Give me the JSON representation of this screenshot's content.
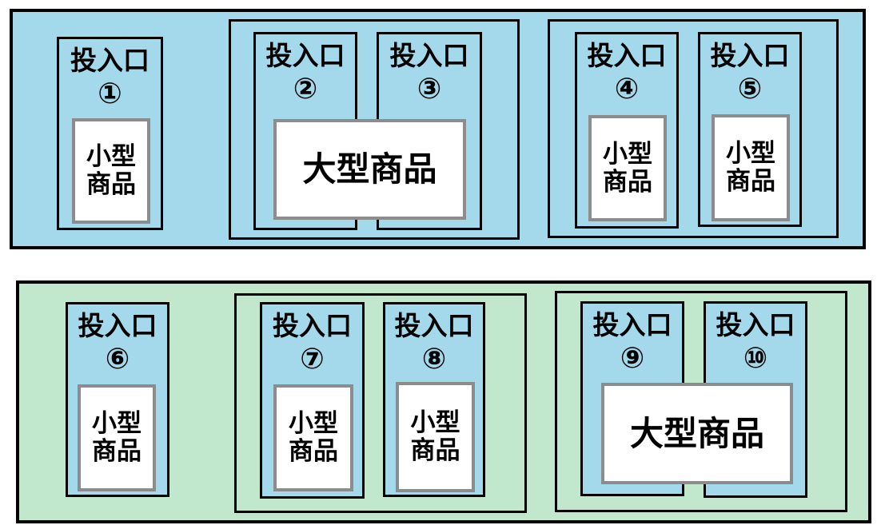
{
  "slot_label": "投入口",
  "small_item": "小型商品",
  "large_item": "大型商品",
  "slots": [
    {
      "label": "投入口",
      "number": "①"
    },
    {
      "label": "投入口",
      "number": "②"
    },
    {
      "label": "投入口",
      "number": "③"
    },
    {
      "label": "投入口",
      "number": "④"
    },
    {
      "label": "投入口",
      "number": "⑤"
    },
    {
      "label": "投入口",
      "number": "⑥"
    },
    {
      "label": "投入口",
      "number": "⑦"
    },
    {
      "label": "投入口",
      "number": "⑧"
    },
    {
      "label": "投入口",
      "number": "⑨"
    },
    {
      "label": "投入口",
      "number": "⑩"
    }
  ],
  "colors": {
    "top_panel": "#a3d9ea",
    "bottom_panel": "#c1e8cc",
    "slot": "#a3d9ea",
    "item_border": "#8c8c8c"
  }
}
